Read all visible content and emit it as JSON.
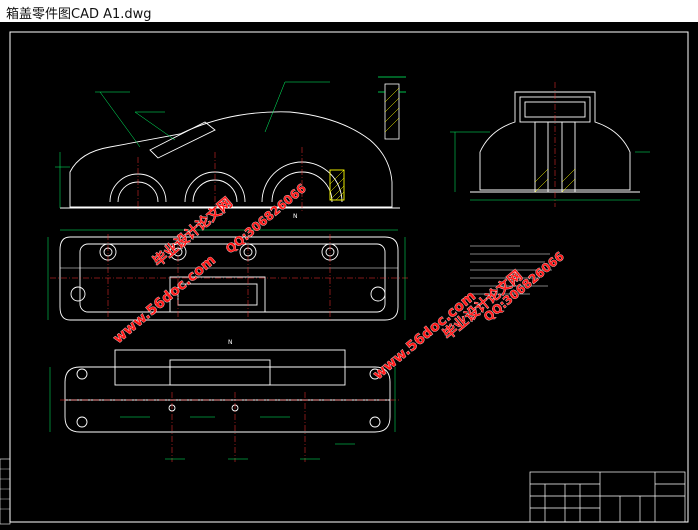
{
  "window": {
    "title": "箱盖零件图CAD A1.dwg"
  },
  "drawing": {
    "section_labels": [
      "N",
      "N"
    ],
    "watermarks": [
      "毕业设计论文网",
      "www.56doc.com",
      "QQ:306826066",
      "毕业设计论文网",
      "www.56doc.com",
      "QQ:306826066"
    ],
    "colors": {
      "background": "#000000",
      "lines": "#ffffff",
      "dims": "#00ff66",
      "centerlines": "#ff3030",
      "hatch": "#ffff00",
      "watermark": "#ff1a1a"
    }
  }
}
